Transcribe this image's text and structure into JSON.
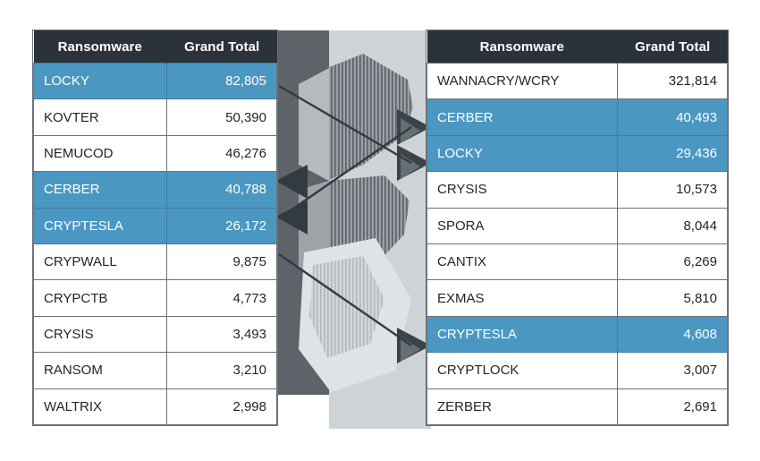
{
  "canvas": {
    "background": "#ffffff",
    "accent_blue": "#4a97c2",
    "header_dark": "#2c3239",
    "grid_line": "#6c7277",
    "text_dark": "#20262c"
  },
  "tables": {
    "left": {
      "name": "ransomware-table-left",
      "columns": [
        "Ransomware",
        "Grand Total"
      ],
      "rows": [
        {
          "name": "LOCKY",
          "total": "82,805",
          "highlighted": true
        },
        {
          "name": "KOVTER",
          "total": "50,390",
          "highlighted": false
        },
        {
          "name": "NEMUCOD",
          "total": "46,276",
          "highlighted": false
        },
        {
          "name": "CERBER",
          "total": "40,788",
          "highlighted": true
        },
        {
          "name": "CRYPTESLA",
          "total": "26,172",
          "highlighted": true
        },
        {
          "name": "CRYPWALL",
          "total": "9,875",
          "highlighted": false
        },
        {
          "name": "CRYPCTB",
          "total": "4,773",
          "highlighted": false
        },
        {
          "name": "CRYSIS",
          "total": "3,493",
          "highlighted": false
        },
        {
          "name": "RANSOM",
          "total": "3,210",
          "highlighted": false
        },
        {
          "name": "WALTRIX",
          "total": "2,998",
          "highlighted": false
        }
      ]
    },
    "right": {
      "name": "ransomware-table-right",
      "columns": [
        "Ransomware",
        "Grand Total"
      ],
      "rows": [
        {
          "name": "WANNACRY/WCRY",
          "total": "321,814",
          "highlighted": false
        },
        {
          "name": "CERBER",
          "total": "40,493",
          "highlighted": true
        },
        {
          "name": "LOCKY",
          "total": "29,436",
          "highlighted": true
        },
        {
          "name": "CRYSIS",
          "total": "10,573",
          "highlighted": false
        },
        {
          "name": "SPORA",
          "total": "8,044",
          "highlighted": false
        },
        {
          "name": "CANTIX",
          "total": "6,269",
          "highlighted": false
        },
        {
          "name": "EXMAS",
          "total": "5,810",
          "highlighted": false
        },
        {
          "name": "CRYPTESLA",
          "total": "4,608",
          "highlighted": true
        },
        {
          "name": "CRYPTLOCK",
          "total": "3,007",
          "highlighted": false
        },
        {
          "name": "ZERBER",
          "total": "2,691",
          "highlighted": false
        }
      ]
    }
  },
  "center_graphic": {
    "name": "transition-arrows-graphic",
    "description": "decorative striped grey shape with three connector arrows linking left table rows to right table rows",
    "connections": [
      {
        "from": "LOCKY",
        "to": "LOCKY"
      },
      {
        "from": "CERBER",
        "to": "CERBER"
      },
      {
        "from": "CRYPTESLA",
        "to": "CRYPTESLA"
      }
    ]
  }
}
